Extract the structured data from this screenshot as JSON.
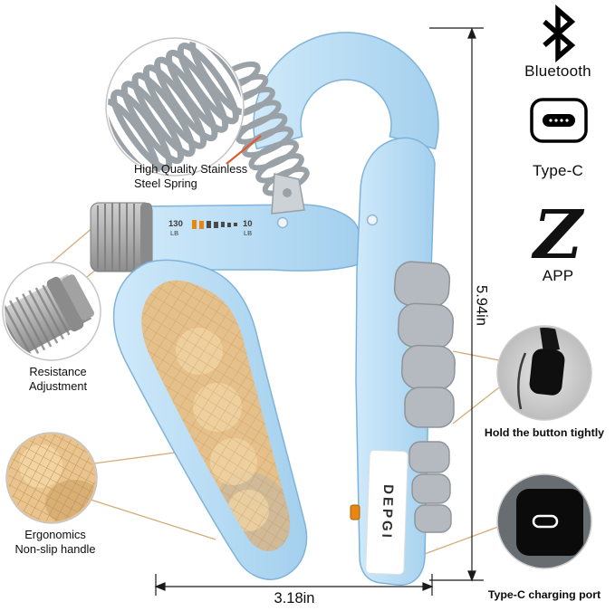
{
  "right_panel": {
    "features": [
      {
        "label": "Bluetooth",
        "icon": "bluetooth-icon"
      },
      {
        "label": "Type-C",
        "icon": "type-c-icon"
      },
      {
        "label": "APP",
        "icon": "app-logo-icon"
      }
    ],
    "app_glyph": "Z"
  },
  "callouts": {
    "spring": {
      "line1": "High Quality Stainless",
      "line2": "Steel Spring"
    },
    "resistance": {
      "line1": "Resistance",
      "line2": "Adjustment"
    },
    "ergonomics": {
      "line1": "Ergonomics",
      "line2": "Non-slip handle"
    },
    "hold_button": {
      "label": "Hold the button tightly"
    },
    "charging_port": {
      "label": "Type-C charging port"
    }
  },
  "dimensions": {
    "height_label": "5.94in",
    "width_label": "3.18in"
  },
  "device": {
    "brand_label": "DEPGI",
    "scale": {
      "max_value": "130",
      "max_unit": "LB",
      "min_value": "10",
      "min_unit": "LB"
    }
  },
  "colors": {
    "body_blue": "#aed6f0",
    "pad_gray": "#b4bac0",
    "handle_tan": "#e5c08a",
    "accent_orange": "#e8860f",
    "pointer_orange": "#e2572b",
    "text": "#111111",
    "background": "#ffffff"
  }
}
